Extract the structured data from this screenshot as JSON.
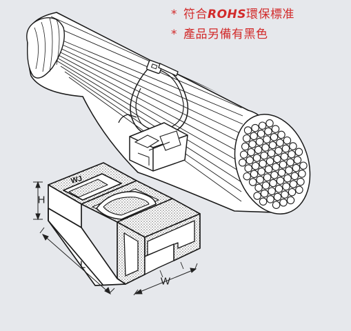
{
  "notes": {
    "rohs": {
      "star": "*",
      "prefix": "符合",
      "brand": "ROHS",
      "suffix": "環保標准"
    },
    "black": {
      "star": "*",
      "text": "產品另備有黑色"
    }
  },
  "dimensions": {
    "height": "H",
    "length": "L",
    "width": "W"
  },
  "mount": {
    "stamp": "WJ"
  },
  "colors": {
    "note_text": "#d22a2a",
    "line_art": "#1a1a1a",
    "background": "#e6e8ec"
  }
}
